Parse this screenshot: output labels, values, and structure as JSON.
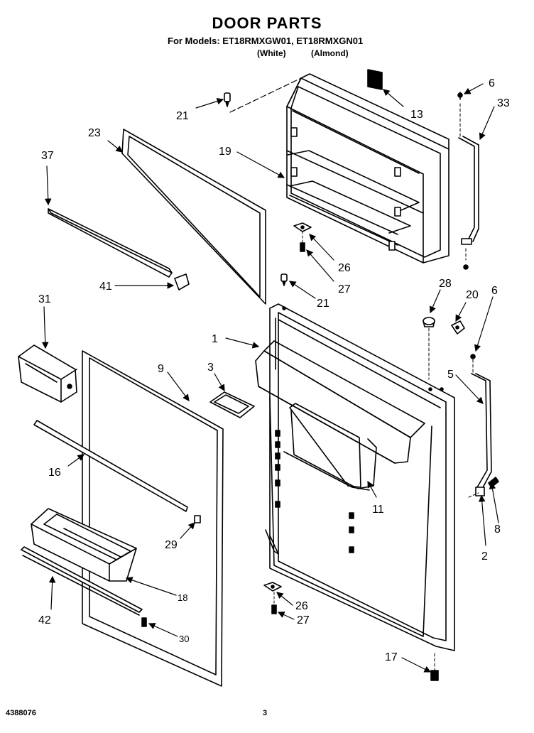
{
  "header": {
    "title": "DOOR PARTS",
    "models_line": "For Models: ET18RMXGW01, ET18RMXGN01",
    "color_white": "(White)",
    "color_almond": "(Almond)"
  },
  "callouts": {
    "c6a": "6",
    "c33": "33",
    "c13": "13",
    "c21a": "21",
    "c23": "23",
    "c19": "19",
    "c37": "37",
    "c26a": "26",
    "c27a": "27",
    "c41": "41",
    "c21b": "21",
    "c28": "28",
    "c20": "20",
    "c6b": "6",
    "c31": "31",
    "c1": "1",
    "c9": "9",
    "c3": "3",
    "c5": "5",
    "c16": "16",
    "c11": "11",
    "c8": "8",
    "c29": "29",
    "c2": "2",
    "c18": "18",
    "c26b": "26",
    "c42": "42",
    "c27b": "27",
    "c30": "30",
    "c17": "17"
  },
  "footer": {
    "doc_number": "4388076",
    "page_number": "3"
  }
}
